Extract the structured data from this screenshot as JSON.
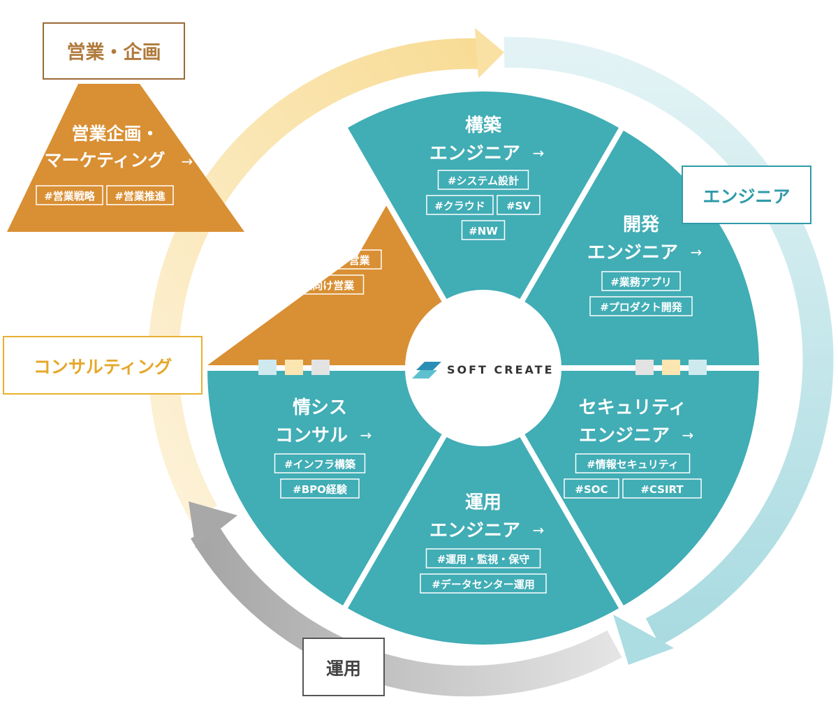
{
  "categories": {
    "sales_planning": {
      "label": "営業・企画",
      "color": "#d68a2e"
    },
    "engineer": {
      "label": "エンジニア",
      "color": "#3aa6b0"
    },
    "consulting": {
      "label": "コンサルティング",
      "color": "#e8b030"
    },
    "operations": {
      "label": "運用",
      "color": "#555555"
    }
  },
  "brand": {
    "name": "SOFT CREATE"
  },
  "arrow": "→",
  "triangle": {
    "title_line1": "営業企画・",
    "title_line2": "マーケティング",
    "tags": [
      "#営業戦略",
      "#営業推進"
    ]
  },
  "segments": {
    "top": {
      "title_line1": "構築",
      "title_line2": "エンジニア",
      "tags": [
        "#システム設計",
        "#クラウド",
        "#SV",
        "#NW"
      ]
    },
    "upper_right": {
      "title_line1": "開発",
      "title_line2": "エンジニア",
      "tags": [
        "#業務アプリ",
        "#プロダクト開発"
      ]
    },
    "lower_right": {
      "title_line1": "セキュリティ",
      "title_line2": "エンジニア",
      "tags": [
        "#情報セキュリティ",
        "#SOC",
        "#CSIRT"
      ]
    },
    "bottom": {
      "title_line1": "運用",
      "title_line2": "エンジニア",
      "tags": [
        "#運用・監視・保守",
        "#データセンター運用"
      ]
    },
    "lower_left": {
      "title_line1": "情シス",
      "title_line2": "コンサル",
      "tags": [
        "#インフラ構築",
        "#BPO経験"
      ]
    },
    "upper_left": {
      "title_line1": "営業",
      "tags": [
        "#ソリューション営業",
        "#法人向け営業"
      ]
    }
  },
  "colors": {
    "teal": "#41adb5",
    "orange": "#d98f33",
    "ring_yellow": "#fbe7b6",
    "ring_teal": "#cfeaee",
    "ring_gray": "#bfbfbf"
  }
}
